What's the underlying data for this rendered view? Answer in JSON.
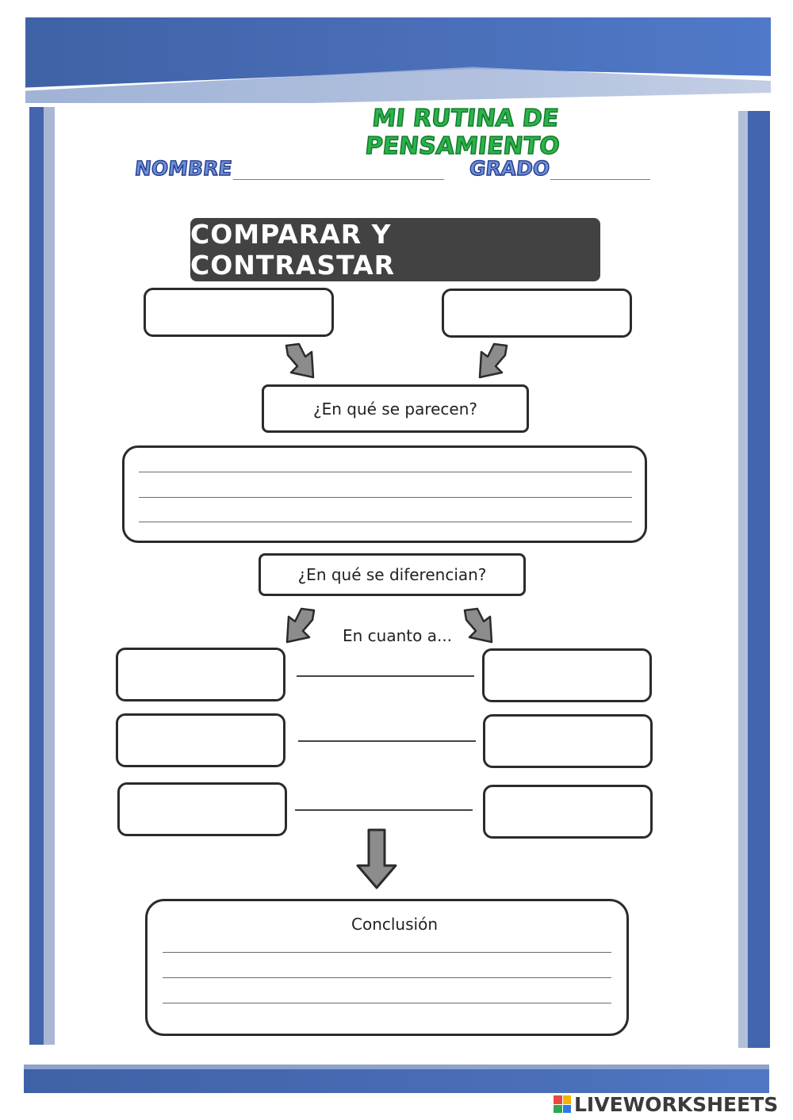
{
  "header": {
    "title": "MI RUTINA DE PENSAMIENTO",
    "name_label": "NOMBRE",
    "grade_label": "GRADO"
  },
  "diagram": {
    "banner": "COMPARAR Y CONTRASTAR",
    "similar_question": "¿En qué se parecen?",
    "differ_question": "¿En qué se diferencian?",
    "regarding": "En cuanto a...",
    "conclusion_label": "Conclusión"
  },
  "watermark": {
    "text": "LIVEWORKSHEETS",
    "logo_colors": [
      "#e94b3c",
      "#f5b400",
      "#2fa84f",
      "#2c7be5"
    ]
  },
  "colors": {
    "frame_blue": "#4265ad",
    "title_green": "#2bb34a",
    "label_blue": "#6d8ed8",
    "banner_bg": "#424242"
  }
}
